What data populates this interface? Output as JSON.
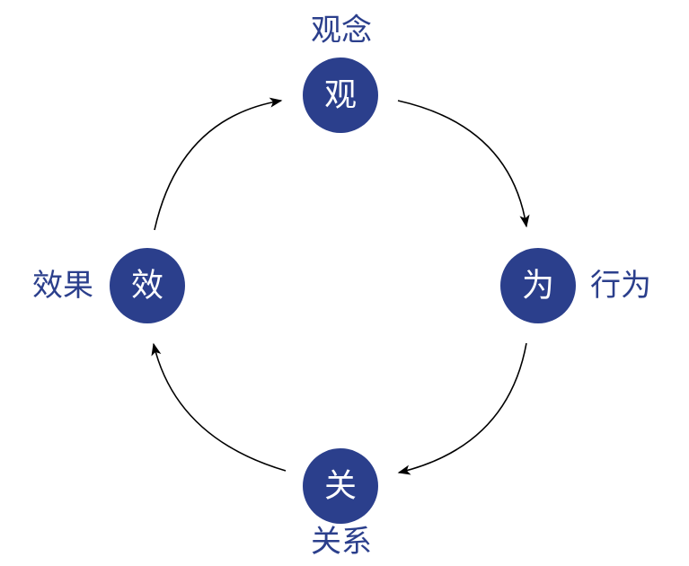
{
  "colors": {
    "node_fill": "#2b3f8c",
    "node_text": "#ffffff",
    "label_text": "#2b3f8c",
    "arrow": "#000000"
  },
  "nodes": {
    "top": {
      "char": "观",
      "label": "观念"
    },
    "right": {
      "char": "为",
      "label": "行为"
    },
    "bottom": {
      "char": "关",
      "label": "关系"
    },
    "left": {
      "char": "效",
      "label": "效果"
    }
  },
  "flow": [
    "top",
    "right",
    "bottom",
    "left",
    "top"
  ]
}
